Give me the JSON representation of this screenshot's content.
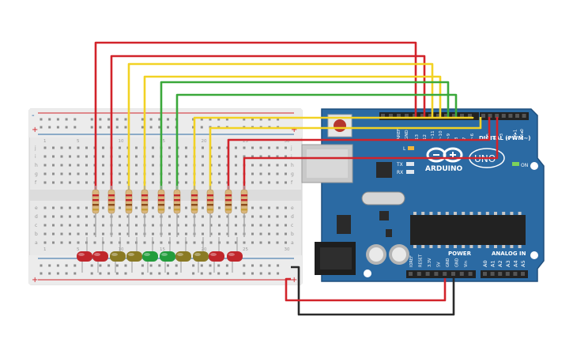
{
  "board": {
    "name": "ARDUINO",
    "model": "UNO",
    "digital_label": "DIGITAL (PWM~)",
    "analog_label": "ANALOG IN",
    "power_label": "POWER",
    "on_label": "ON",
    "tx_label": "TX",
    "rx_label": "RX",
    "l_label": "L",
    "aref_label": "AREF",
    "gnd_label": "GND",
    "digital_pins": [
      "13",
      "12",
      "~11",
      "~10",
      "~9",
      "8",
      "7",
      "~6",
      "~5",
      "4",
      "~3",
      "2",
      "TX▸1",
      "RX◂0"
    ],
    "analog_pins": [
      "A0",
      "A1",
      "A2",
      "A3",
      "A4",
      "A5"
    ],
    "power_pins": [
      "IOREF",
      "RESET",
      "3.3V",
      "5V",
      "GND",
      "GND",
      "Vin"
    ]
  },
  "breadboard": {
    "row_letters_top": [
      "j",
      "i",
      "h",
      "g",
      "f"
    ],
    "row_letters_bottom": [
      "e",
      "d",
      "c",
      "b",
      "a"
    ],
    "column_numbers": [
      "1",
      "5",
      "10",
      "15",
      "20",
      "25",
      "30"
    ],
    "rail_plus": "+",
    "rail_minus": "-"
  },
  "colors": {
    "board_blue": "#2b6aa3",
    "board_edge": "#1f4f7d",
    "wire_red": "#d2232a",
    "wire_yellow": "#f2d224",
    "wire_green": "#3aa83a",
    "wire_black": "#2a2a2a",
    "led_red": "#c0262b",
    "led_yellow": "#8a7a24",
    "led_green": "#239c3c"
  },
  "leds": [
    {
      "color": "red"
    },
    {
      "color": "red"
    },
    {
      "color": "yellow"
    },
    {
      "color": "yellow"
    },
    {
      "color": "green"
    },
    {
      "color": "green"
    },
    {
      "color": "yellow"
    },
    {
      "color": "yellow"
    },
    {
      "color": "red"
    },
    {
      "color": "red"
    }
  ],
  "wires": [
    {
      "color": "red"
    },
    {
      "color": "red"
    },
    {
      "color": "yellow"
    },
    {
      "color": "yellow"
    },
    {
      "color": "green"
    },
    {
      "color": "green"
    },
    {
      "color": "yellow"
    },
    {
      "color": "yellow"
    },
    {
      "color": "red"
    },
    {
      "color": "red"
    }
  ]
}
